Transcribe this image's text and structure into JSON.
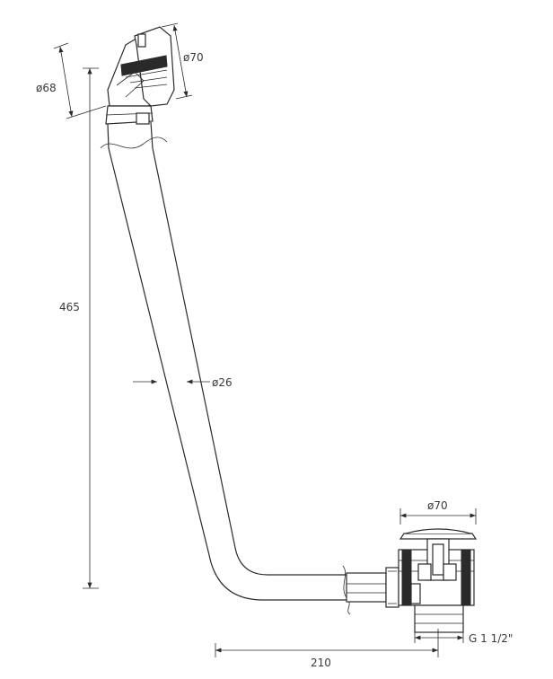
{
  "dimensions": {
    "overflow_diameter": "ø68",
    "overflow_cap_diameter": "ø70",
    "height": "465",
    "pipe_diameter": "ø26",
    "waste_diameter": "ø70",
    "horizontal_offset": "210",
    "thread": "G 1 1/2\""
  },
  "colors": {
    "line": "#2a2a2a",
    "text": "#3a3a3a",
    "background": "#ffffff"
  }
}
